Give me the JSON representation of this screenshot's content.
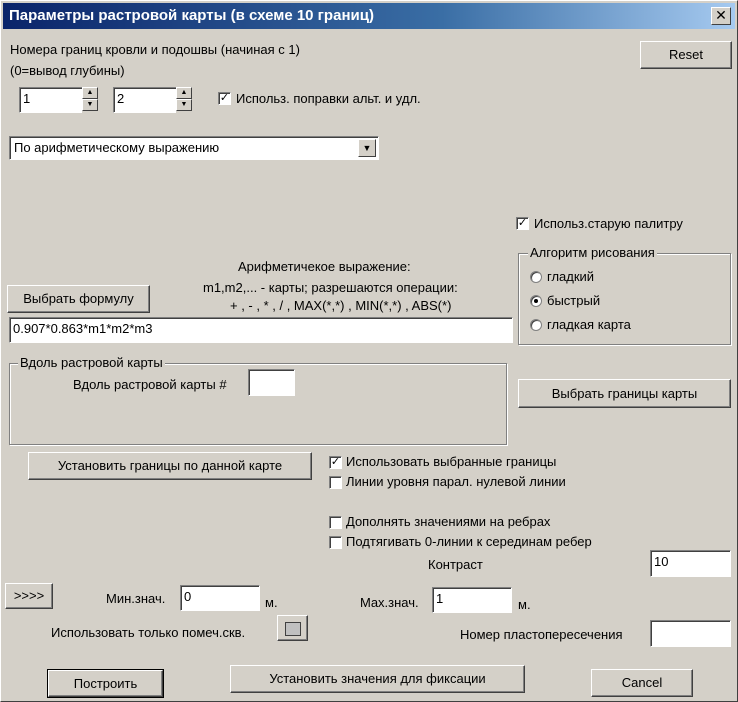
{
  "window": {
    "title": "Параметры растровой карты (в схеме 10 границ)",
    "close_symbol": "✕"
  },
  "top": {
    "boundaries_label": "Номера границ кровли и подошвы  (начиная с 1)",
    "boundaries_hint": "(0=вывод глубины)",
    "roof_value": "1",
    "sole_value": "2",
    "use_alt_corrections": "Использ. поправки альт. и удл.",
    "reset_label": "Reset"
  },
  "mode_select": {
    "value": "По арифметическому выражению"
  },
  "palette": {
    "use_old_palette": "Использ.старую палитру"
  },
  "algorithm": {
    "title": "Алгоритм рисования",
    "options": [
      "гладкий",
      "быстрый",
      "гладкая карта"
    ],
    "selected": 1
  },
  "expression": {
    "title": "Арифметичекое выражение:",
    "desc1": "m1,m2,... - карты; разрешаются операции:",
    "desc2": "+ , - , * , / , MAX(*,*) , MIN(*,*) , ABS(*)",
    "choose_formula": "Выбрать формулу",
    "value": "0.907*0.863*m1*m2*m3"
  },
  "along": {
    "group_title": "Вдоль растровой карты",
    "label": "Вдоль растровой карты #",
    "value": ""
  },
  "choose_bounds": "Выбрать границы карты",
  "set_bounds_button": "Установить границы по данной карте",
  "checks": {
    "use_selected": "Использовать выбранные границы",
    "level_lines": "Линии уровня парал. нулевой линии",
    "fill_edges": "Дополнять значениями на ребрах",
    "pull_zero": "Подтягивать 0-линии к серединам ребер"
  },
  "contrast": {
    "label": "Контраст",
    "value": "10"
  },
  "range": {
    "more": ">>>>",
    "min_label": "Мин.знач.",
    "min_value": "0",
    "max_label": "Max.знач.",
    "max_value": "1",
    "unit": "м."
  },
  "marked_only": "Использовать только помеч.скв.",
  "layer_cross": {
    "label": "Номер пластопересечения",
    "value": ""
  },
  "footer": {
    "build": "Построить",
    "set_fix": "Установить значения для фиксации",
    "cancel": "Cancel"
  }
}
